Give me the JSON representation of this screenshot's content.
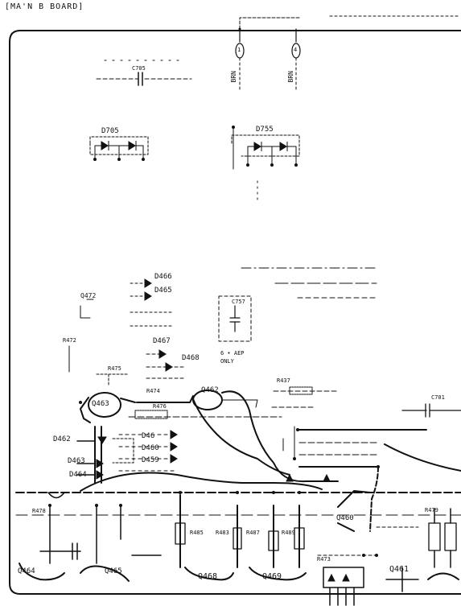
{
  "title": "[MA'N B BOARD]",
  "wire_colors": [
    "BRN",
    "BRN"
  ],
  "connectors": [
    "1",
    "4"
  ],
  "part_labels": {
    "c705": "C705",
    "d705": "D705",
    "d755": "D755",
    "c757": "C757",
    "c701": "C701",
    "d466": "D466",
    "d465": "D465",
    "d467": "D467",
    "d468": "D468",
    "d46": "D46",
    "d460": "D460",
    "d459": "D459",
    "d462": "D462",
    "d463": "D463",
    "d464": "D464",
    "q463": "Q463",
    "q462": "Q462",
    "q464": "Q464",
    "q465": "Q465",
    "q468": "Q468",
    "q469": "Q469",
    "q461": "Q461",
    "q460": "Q460",
    "q472": "Q472",
    "r472": "R472",
    "r475": "R475",
    "r474": "R474",
    "r476": "R476",
    "r437": "R437",
    "r485": "R485",
    "r483": "R483",
    "r487": "R487",
    "r489": "R489",
    "r473": "R473",
    "r479": "R479",
    "r478": "R478"
  },
  "notes": {
    "ae_only_line1": "6 • AEP",
    "ae_only_line2": "ONLY"
  },
  "colors": {
    "ink": "#111111",
    "paper": "#ffffff"
  }
}
